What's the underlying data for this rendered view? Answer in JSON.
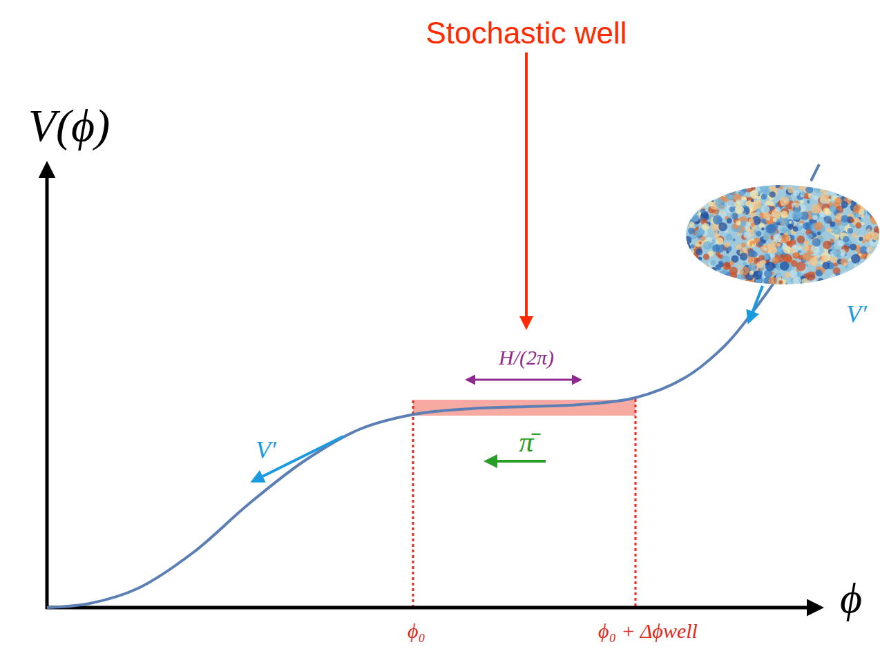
{
  "diagram": {
    "labels": [
      "Stochastic well",
      "V(ϕ)",
      "ϕ",
      "H/(2π)",
      "π̄",
      "V′",
      "V′",
      "ϕ₀",
      "ϕ₀ + Δϕwell"
    ]
  }
}
